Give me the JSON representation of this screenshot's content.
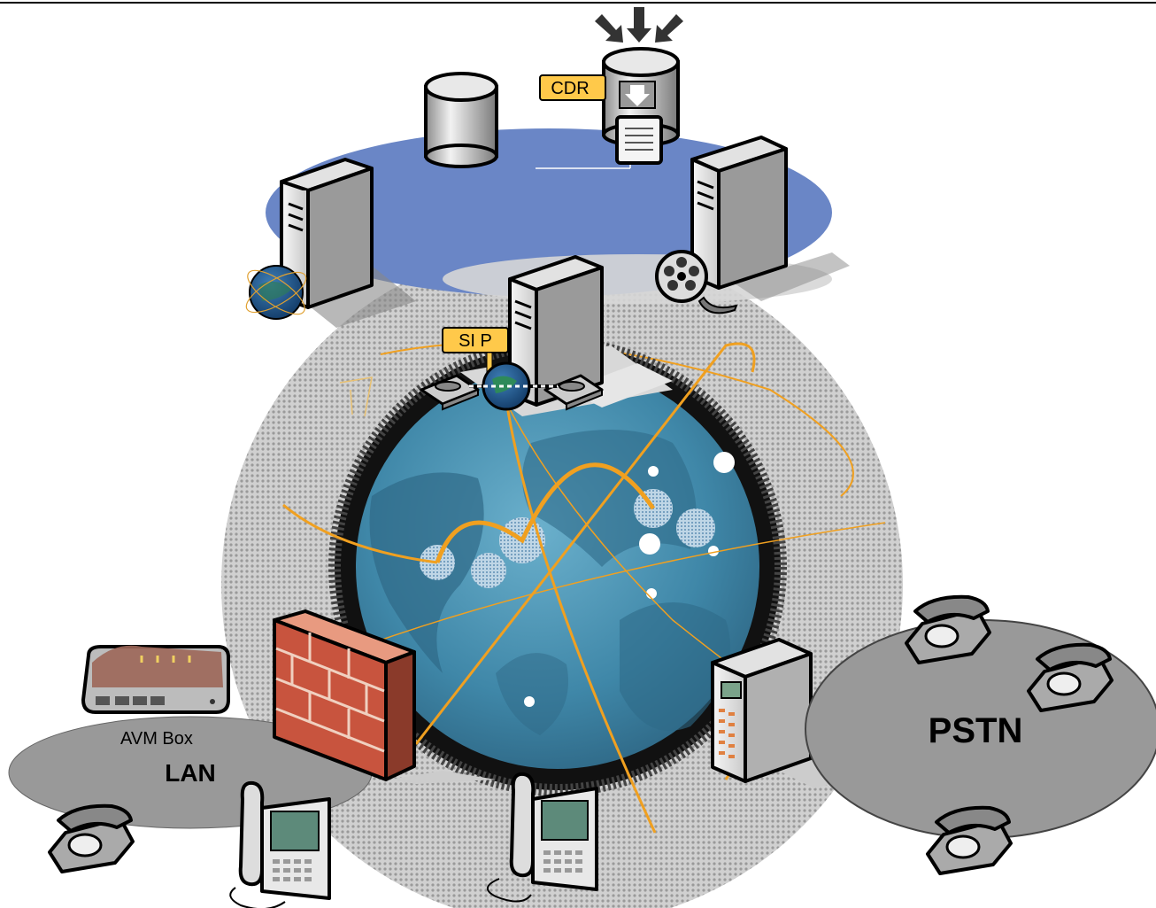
{
  "labels": {
    "cdr": "CDR",
    "sip": "SI P",
    "avm_box": "AVM Box",
    "lan": "LAN",
    "pstn": "PSTN"
  },
  "colors": {
    "ring_blue": "#6a86c6",
    "globe": "#4a8fb0",
    "globe_dark": "#2f6a88",
    "orbit": "#f0a020",
    "tag": "#ffc94a",
    "cloud_gray": "#999999",
    "brick": "#c8543e"
  }
}
